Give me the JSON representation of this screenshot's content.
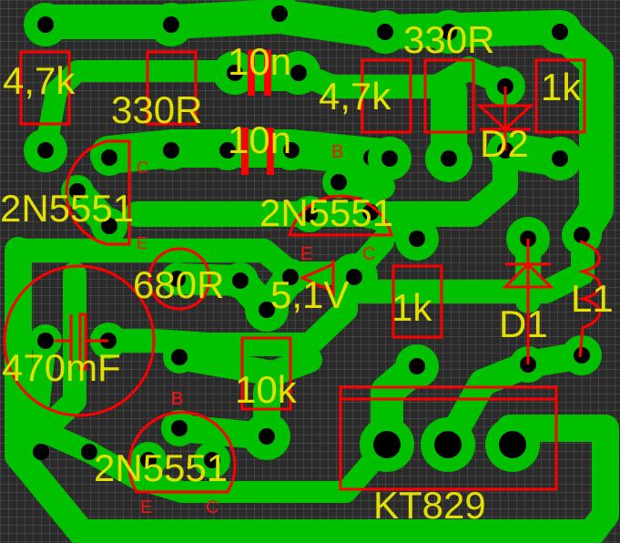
{
  "title": "PCB layout",
  "colors": {
    "copper": "#00c000",
    "silkscreen": "#ff0000",
    "labels": "#e2e000",
    "background": "#2a2a2a",
    "grid": "#555555"
  },
  "components": {
    "r_top_330": "330R",
    "r_47k_left": "4,7k",
    "r_330_left": "330R",
    "c_10n_top": "10n",
    "c_10n_bottom": "10n",
    "r_47k_mid": "4,7k",
    "r_1k_top": "1k",
    "d2": "D2",
    "q1": "2N5551",
    "q2": "2N5551",
    "q3": "2N5551",
    "r_680": "680R",
    "zener": "5,1V",
    "r_1k_mid": "1k",
    "d1": "D1",
    "l1": "L1",
    "c_470": "470mF",
    "r_10k": "10k",
    "kt829": "KT829"
  },
  "pins": {
    "b": "B",
    "c": "C",
    "e": "E"
  }
}
